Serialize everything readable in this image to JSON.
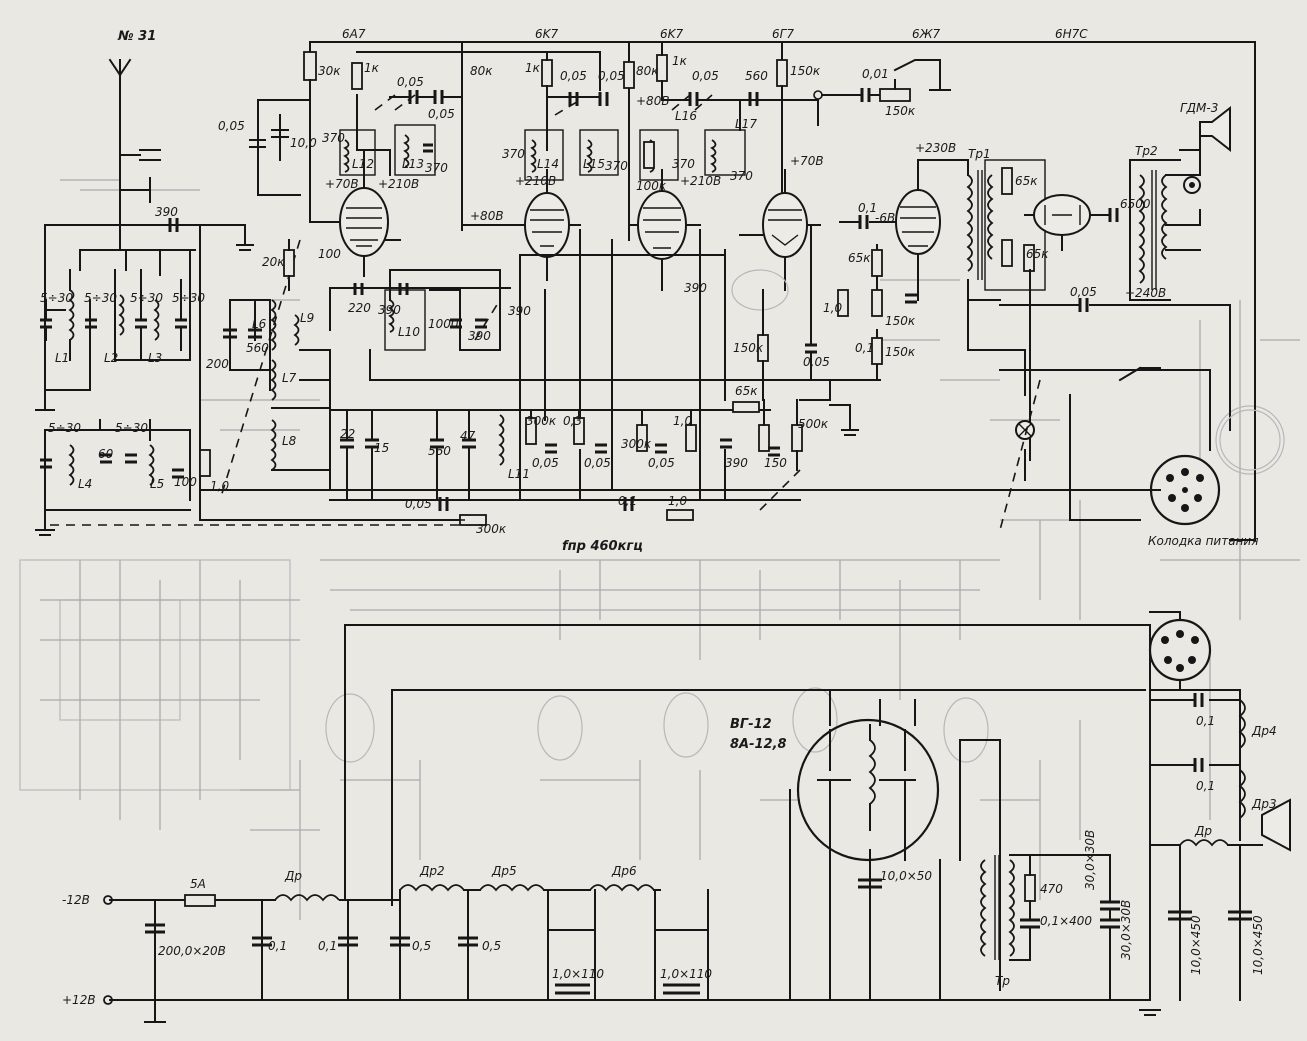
{
  "header": {
    "page_mark": "№ 31"
  },
  "tubes_top": [
    "6A7",
    "6K7",
    "6K7",
    "6Г7",
    "6Ж7",
    "6H7C"
  ],
  "speaker_label": "ГДМ-3",
  "transformers": [
    "Тр1",
    "Тр2"
  ],
  "tube_labels_bottom": [
    "ВГ-12",
    "8А-12,8"
  ],
  "if_label": "fпр 460кгц",
  "power_connector_label": "Колодка питания",
  "voltages": {
    "v1": "+70В",
    "v2": "+210В",
    "v3": "+80В",
    "v4": "+210В",
    "v5": "+80В",
    "v6": "+210В",
    "v7": "+70В",
    "v8": "+230В",
    "v9": "-6В",
    "v10": "+240В"
  },
  "inductors": {
    "L1": "L1",
    "L2": "L2",
    "L3": "L3",
    "L4": "L4",
    "L5": "L5",
    "L6": "L6",
    "L7": "L7",
    "L8": "L8",
    "L9": "L9",
    "L10": "L10",
    "L11": "L11",
    "L12": "L12",
    "L13": "L13",
    "L14": "L14",
    "L15": "L15",
    "L16": "L16",
    "L17": "L17"
  },
  "top_components": {
    "r30k": "30к",
    "r1k_a": "1к",
    "c005_a": "0,05",
    "c005_b": "0,05",
    "r80k_a": "80к",
    "r1k_b": "1к",
    "c005_c": "0,05",
    "c005_d": "0,05",
    "r80k_b": "80к",
    "r1k_c": "1к",
    "c005_e": "0,05",
    "c560_top": "560",
    "r150k_top": "150к",
    "c001": "0,01",
    "pot150k": "150к",
    "c005_left": "0,05",
    "c10": "10,0",
    "c370_a": "370",
    "c370_b": "370",
    "c370_c": "370",
    "c370_d": "370",
    "c370_e": "370",
    "c370_f": "370",
    "r100k": "100к"
  },
  "mid_components": {
    "c390_left": "390",
    "r20k": "20к",
    "c100": "100",
    "c220": "220",
    "c390_m": "390",
    "c1000": "1000",
    "c390_r": "390",
    "c390_r2": "390",
    "c200": "200",
    "c560": "560",
    "c5_30_a": "5÷30",
    "c5_30_b": "5÷30",
    "c5_30_c": "5÷30",
    "c5_30_d": "5÷30",
    "c5_30_e": "5÷30",
    "c5_30_f": "5÷30",
    "c60": "60",
    "c100_b": "100",
    "r1_0_left": "1,0",
    "c22": "22",
    "c15": "15",
    "c560_b": "560",
    "c47": "47",
    "c0_05_bot": "0,05",
    "r300k_bot": "300к",
    "r300k_a": "300к",
    "c0_3": "0,3",
    "c0_05_m1": "0,05",
    "c0_05_m2": "0,05",
    "r300k_b": "300к",
    "c0_05_m3": "0,05",
    "r1_0_m": "1,0",
    "c0_1_m": "0,1",
    "r1_0_m2": "1,0",
    "c390_b": "390",
    "r65k_m": "65к",
    "c150": "150",
    "pot500k": "500к",
    "c390_mid": "390",
    "r150k_m": "150к",
    "c0_05_m4": "0,05",
    "r65k_a": "65к",
    "r10_m": "1,0",
    "r150k_b": "150к",
    "c0_1_b": "0,1",
    "r150k_c": "150к",
    "c0_1_a": "0,1",
    "r65k_tr1": "65к",
    "r65k_tr1b": "65к",
    "c0_05_tr": "0,05",
    "c6500": "6500"
  },
  "bottom_components": {
    "minus12": "-12В",
    "plus12": "+12В",
    "fuse": "5А",
    "c200_20": "200,0×20В",
    "dr1": "Др",
    "dr2": "Др2",
    "dr5": "Др5",
    "dr6": "Др6",
    "dr_r": "Др",
    "dr3": "Др3",
    "dr4": "Др4",
    "c0_1_b1": "0,1",
    "c0_1_b2": "0,1",
    "c0_5_a": "0,5",
    "c0_5_b": "0,5",
    "c1_110_a": "1,0×110",
    "c1_110_b": "1,0×110",
    "c10_50": "10,0×50",
    "c470": "470",
    "c0_1_400": "0,1×400",
    "c30_300_a": "30,0×30В",
    "c30_300_b": "30,0×30В",
    "c10_450_a": "10,0×450",
    "c10_450_b": "10,0×450",
    "c0_1_r1": "0,1",
    "c0_1_r2": "0,1",
    "tr_bot": "Тр"
  }
}
